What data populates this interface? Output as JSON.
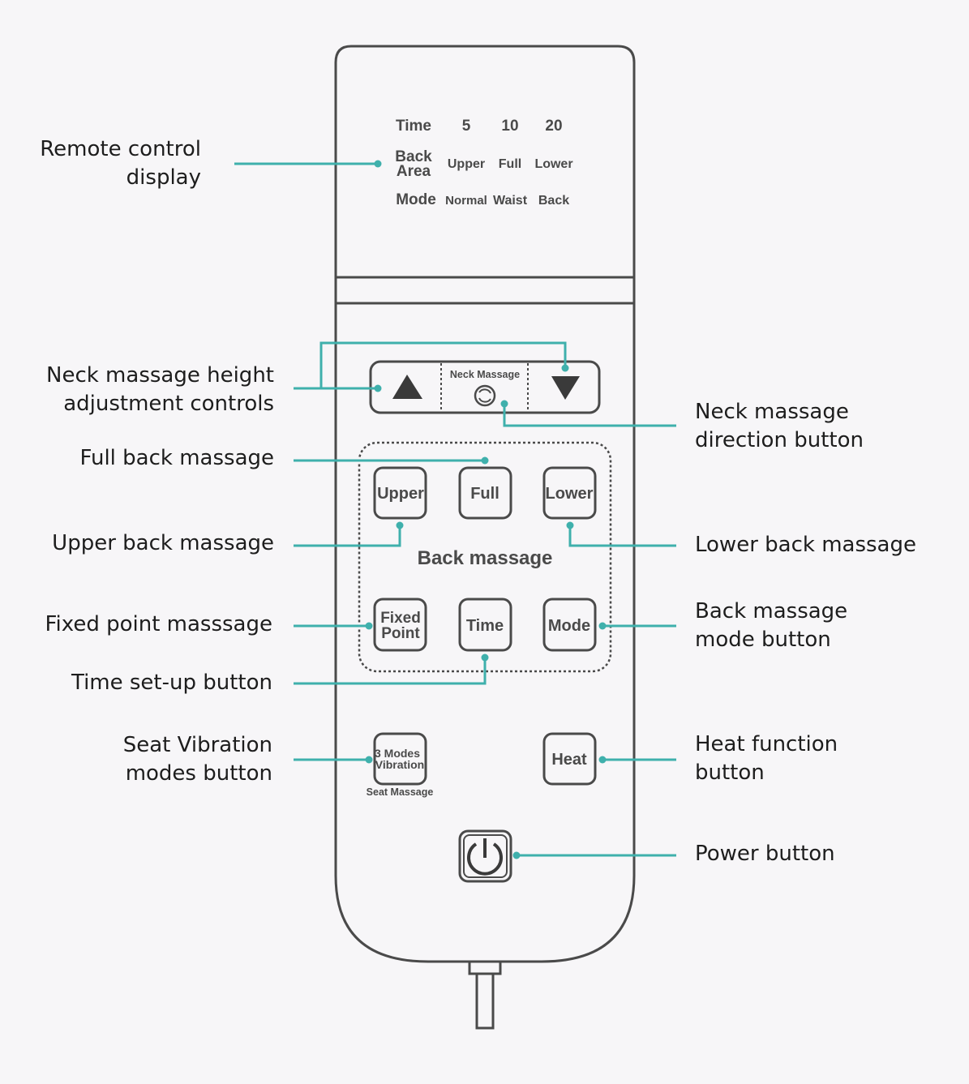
{
  "colors": {
    "background": "#f7f6f8",
    "outline": "#4a4a4a",
    "leader": "#3fb0ac"
  },
  "display": {
    "time_label": "Time",
    "back_area_label": [
      "Back",
      "Area"
    ],
    "mode_label": "Mode",
    "time_values": [
      "5",
      "10",
      "20"
    ],
    "area_values": [
      "Upper",
      "Full",
      "Lower"
    ],
    "mode_values": [
      "Normal",
      "Waist",
      "Back"
    ]
  },
  "remote": {
    "neck_label": "Neck Massage",
    "back_massage_label": "Back massage",
    "buttons": {
      "upper": "Upper",
      "full": "Full",
      "lower": "Lower",
      "fixed_point": [
        "Fixed",
        "Point"
      ],
      "time": "Time",
      "mode": "Mode",
      "vibration": [
        "3 Modes",
        "Vibration"
      ],
      "heat": "Heat"
    },
    "seat_massage_label": "Seat Massage",
    "icons": {
      "up": "triangle-up-icon",
      "down": "triangle-down-icon",
      "neck_direction": "rotation-icon",
      "power": "power-icon"
    }
  },
  "callouts": {
    "remote_display": [
      "Remote control",
      "display"
    ],
    "neck_height": [
      "Neck massage height",
      "adjustment controls"
    ],
    "neck_direction": [
      "Neck massage",
      "direction button"
    ],
    "full_back": [
      "Full back massage"
    ],
    "upper_back": [
      "Upper back massage"
    ],
    "lower_back": [
      "Lower back massage"
    ],
    "fixed_point": [
      "Fixed point masssage"
    ],
    "back_mode": [
      "Back massage",
      "mode button"
    ],
    "time_setup": [
      "Time set-up button"
    ],
    "seat_vibration": [
      "Seat Vibration",
      "modes button"
    ],
    "heat": [
      "Heat function",
      "button"
    ],
    "power": [
      "Power button"
    ]
  }
}
